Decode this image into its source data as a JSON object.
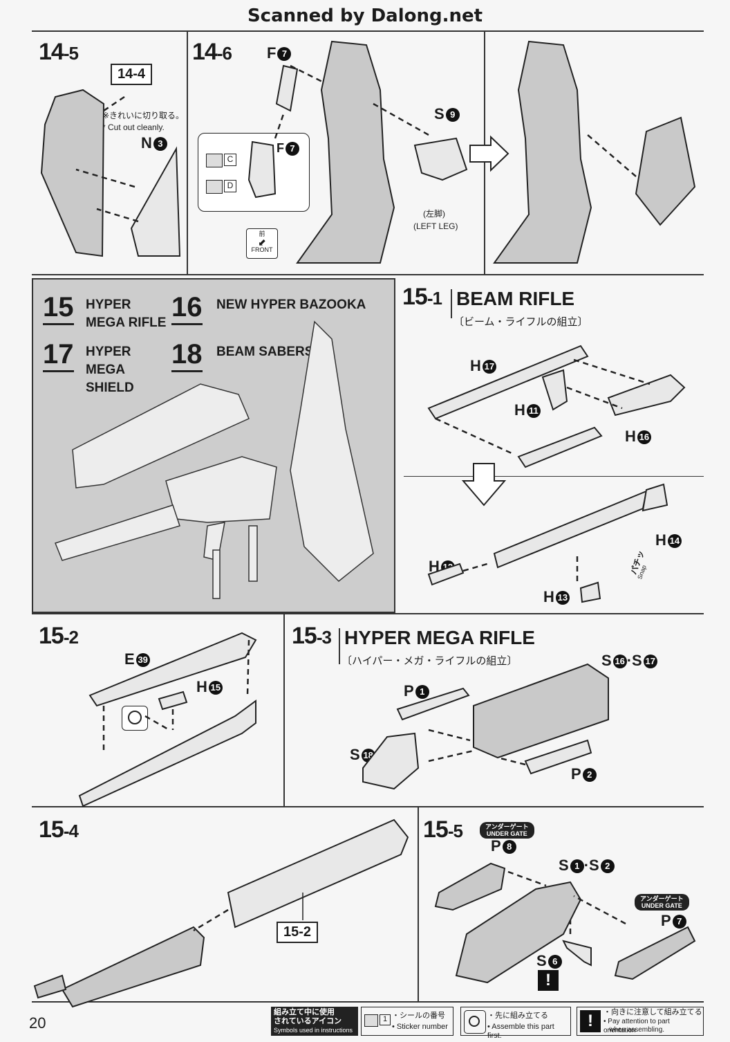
{
  "header": {
    "scan_credit": "Scanned by Dalong.net"
  },
  "page_number": "20",
  "steps": {
    "s14_5": {
      "num": "14",
      "sub": "-5",
      "ref_box": "14-4",
      "note_jp": "※きれいに切り取る。",
      "note_en": "* Cut out cleanly.",
      "part": "N",
      "part_no": "3"
    },
    "s14_6": {
      "num": "14",
      "sub": "-6",
      "part_f": "F",
      "part_f_no": "7",
      "part_s": "S",
      "part_s_no": "9",
      "callout_f": "F",
      "callout_f_no": "7",
      "sticker_c": "C",
      "sticker_d": "D",
      "leg_jp": "(左脚)",
      "leg_en": "(LEFT LEG)",
      "front_jp": "前",
      "front_en": "FRONT"
    },
    "panel": {
      "items": [
        {
          "num": "15",
          "title": "HYPER MEGA RIFLE"
        },
        {
          "num": "16",
          "title": "NEW HYPER BAZOOKA"
        },
        {
          "num": "17",
          "title": "HYPER MEGA SHIELD"
        },
        {
          "num": "18",
          "title": "BEAM SABERS"
        }
      ]
    },
    "s15_1": {
      "num": "15",
      "sub": "-1",
      "heading": "BEAM RIFLE",
      "subheading": "〔ビーム・ライフルの組立〕",
      "parts": [
        "H",
        "17",
        "H",
        "11",
        "H",
        "16",
        "H",
        "14",
        "H",
        "12",
        "H",
        "13"
      ],
      "snap_jp": "パチッ",
      "snap_en": "Snap"
    },
    "s15_2": {
      "num": "15",
      "sub": "-2",
      "part_e": "E",
      "part_e_no": "39",
      "part_h": "H",
      "part_h_no": "15"
    },
    "s15_3": {
      "num": "15",
      "sub": "-3",
      "heading": "HYPER MEGA RIFLE",
      "subheading": "〔ハイパー・メガ・ライフルの組立〕",
      "p1": "P",
      "p1_no": "1",
      "s16": "S",
      "s16_no": "16",
      "s17": "S",
      "s17_no": "17",
      "s18": "S",
      "s18_no": "18",
      "p2": "P",
      "p2_no": "2"
    },
    "s15_4": {
      "num": "15",
      "sub": "-4",
      "ref_box": "15-2"
    },
    "s15_5": {
      "num": "15",
      "sub": "-5",
      "under_gate_jp": "アンダーゲート",
      "under_gate_en": "UNDER GATE",
      "p8": "P",
      "p8_no": "8",
      "s1": "S",
      "s1_no": "1",
      "s2": "S",
      "s2_no": "2",
      "p7": "P",
      "p7_no": "7",
      "s6": "S",
      "s6_no": "6",
      "warn": "!"
    }
  },
  "legend": {
    "title_jp1": "組み立て中に使用",
    "title_jp2": "されているアイコン",
    "title_en": "Symbols used in instructions",
    "sticker_num": "1",
    "sticker_jp": "・シールの番号",
    "sticker_en": "• Sticker number",
    "assemble_jp": "・先に組み立てる",
    "assemble_en": "• Assemble this part first.",
    "attention_jp": "・向きに注意して組み立てる",
    "attention_en1": "• Pay attention to part orientation",
    "attention_en2": "when assembling.",
    "warn": "!"
  }
}
